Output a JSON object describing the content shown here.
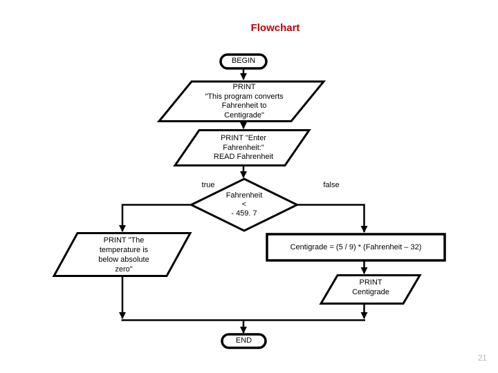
{
  "slide": {
    "title": "Flowchart",
    "page_number": "21",
    "colors": {
      "title_red": "#c00000",
      "shape_stroke": "#000000",
      "shape_fill": "#ffffff",
      "page_number_gray": "#b4b4a6",
      "background": "#ffffff"
    }
  },
  "flowchart": {
    "begin_label": "BEGIN",
    "print_intro": "PRINT\n\"This program converts\nFahrenheit to\nCentigrade\"",
    "print_enter": "PRINT \"Enter\nFahrenheit:\"\nREAD Fahrenheit",
    "decision": "Fahrenheit\n<\n- 459. 7",
    "branch_true": "true",
    "branch_false": "false",
    "print_below_zero": "PRINT \"The\ntemperature is\nbelow absolute\nzero\"",
    "compute": "Centigrade = (5 / 9) * (Fahrenheit – 32)",
    "print_centigrade": "PRINT\nCentigrade",
    "end_label": "END"
  }
}
